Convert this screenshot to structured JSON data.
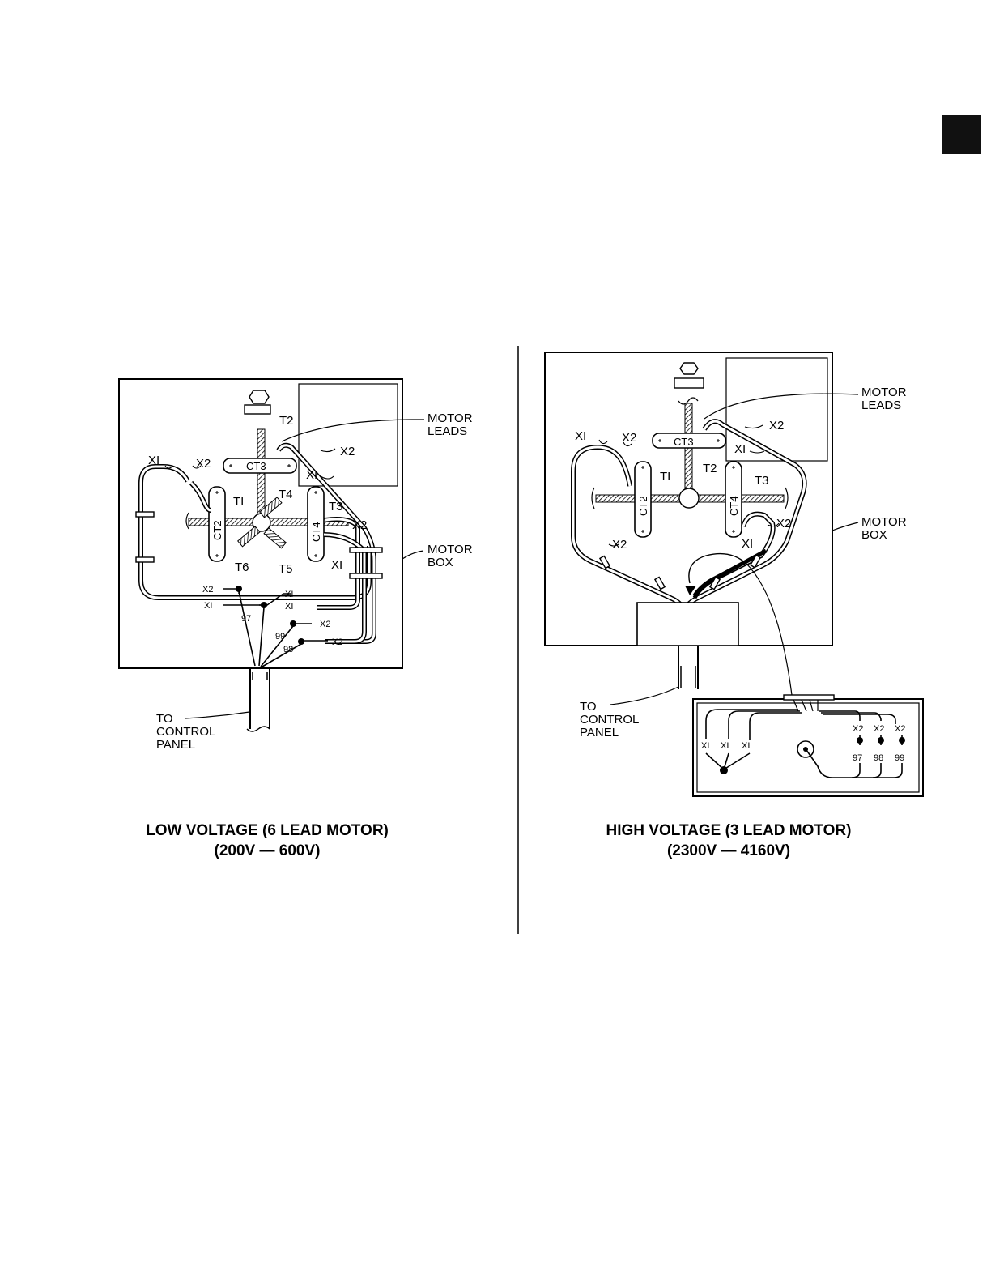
{
  "page": {
    "section_tab_color": "#111111"
  },
  "left_diagram": {
    "callouts": {
      "motor_leads": [
        "MOTOR",
        "LEADS"
      ],
      "motor_box": [
        "MOTOR",
        "BOX"
      ],
      "to_control_panel": [
        "TO",
        "CONTROL",
        "PANEL"
      ]
    },
    "transformers": [
      "CT3",
      "CT2",
      "CT4"
    ],
    "terminals": [
      "T2",
      "TI",
      "T4",
      "T3",
      "T6",
      "T5"
    ],
    "wire_labels": {
      "xi": "XI",
      "x2": "X2"
    },
    "numbers": [
      "97",
      "99",
      "98"
    ],
    "caption": {
      "line1": "LOW VOLTAGE (6 LEAD MOTOR)",
      "line2": "(200V — 600V)"
    }
  },
  "right_diagram": {
    "callouts": {
      "motor_leads": [
        "MOTOR",
        "LEADS"
      ],
      "motor_box": [
        "MOTOR",
        "BOX"
      ],
      "to_control_panel": [
        "TO",
        "CONTROL",
        "PANEL"
      ]
    },
    "transformers": [
      "CT3",
      "CT2",
      "CT4"
    ],
    "terminals": [
      "TI",
      "T2",
      "T3"
    ],
    "wire_labels": {
      "xi": "XI",
      "x2": "X2"
    },
    "terminal_strip_numbers": [
      "97",
      "98",
      "99"
    ],
    "caption": {
      "line1": "HIGH  VOLTAGE (3 LEAD MOTOR)",
      "line2": "(2300V — 4160V)"
    }
  }
}
